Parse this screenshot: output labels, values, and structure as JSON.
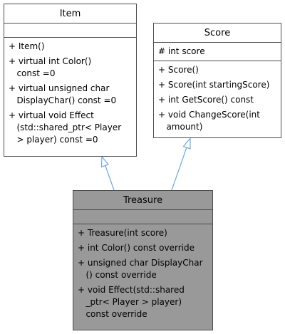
{
  "colors": {
    "border": "#4d4d4d",
    "arrow": "#6ca8e6",
    "focus_fill": "#999999",
    "box_fill": "#ffffff"
  },
  "item": {
    "title": "Item",
    "attributes": [],
    "operations": [
      "+ Item()",
      "+ virtual int Color()\n   const =0",
      "+ virtual unsigned char\n   DisplayChar() const =0",
      "+ virtual void Effect\n   (std::shared_ptr< Player\n   > player) const =0"
    ]
  },
  "score": {
    "title": "Score",
    "attributes": [
      "# int score"
    ],
    "operations": [
      "+ Score()",
      "+ Score(int startingScore)",
      "+ int GetScore() const",
      "+ void ChangeScore(int\n   amount)"
    ]
  },
  "treasure": {
    "title": "Treasure",
    "attributes": [],
    "operations": [
      "+ Treasure(int score)",
      "+ int Color() const override",
      "+ unsigned char DisplayChar\n   () const override",
      "+ void Effect(std::shared\n   _ptr< Player > player)\n   const override"
    ]
  }
}
